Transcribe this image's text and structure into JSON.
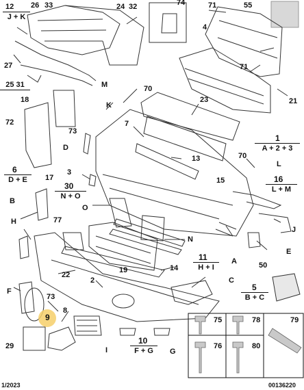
{
  "callouts": {
    "c1": "1",
    "c2": "2",
    "c3": "3",
    "c4": "4",
    "c5": "5",
    "c6": "6",
    "c7": "7",
    "c8": "8",
    "c9": "9",
    "c10": "10",
    "c11": "11",
    "c12": "12",
    "c13": "13",
    "c14": "14",
    "c15": "15",
    "c16": "16",
    "c17": "17",
    "c18": "18",
    "c19": "19",
    "c21": "21",
    "c22": "22",
    "c23": "23",
    "c24": "24",
    "c25": "25",
    "c26": "26",
    "c27": "27",
    "c29": "29",
    "c30": "30",
    "c31": "31",
    "c32": "32",
    "c33": "33",
    "c50": "50",
    "c55": "55",
    "c70a": "70",
    "c70b": "70",
    "c71a": "71",
    "c71b": "71",
    "c72": "72",
    "c73a": "73",
    "c73b": "73",
    "c74": "74",
    "c75": "75",
    "c76": "76",
    "c77": "77",
    "c78": "78",
    "c79": "79",
    "c80": "80",
    "cA": "A",
    "cB": "B",
    "cC": "C",
    "cD": "D",
    "cE": "E",
    "cF": "F",
    "cG": "G",
    "cH": "H",
    "cI": "I",
    "cJ": "J",
    "cK": "K",
    "cL": "L",
    "cM": "M",
    "cN": "N",
    "cO": "O"
  },
  "groups": {
    "g12": "J + K",
    "g24": "25    31",
    "g1": "A + 2 + 3",
    "g6": "D + E",
    "g30": "N + O",
    "g16": "L + M",
    "g11": "H + I",
    "g5": "B + C",
    "g10": "F + G"
  },
  "footer": {
    "date": "1/2023",
    "ref": "00136220"
  },
  "highlight_colour": "#f6cf6a"
}
